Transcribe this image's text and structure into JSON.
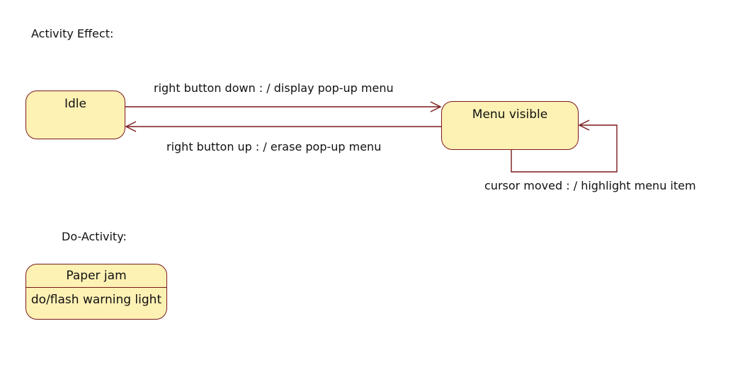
{
  "sections": {
    "activity_effect": "Activity Effect:",
    "do_activity": "Do-Activity:"
  },
  "states": {
    "idle": "Idle",
    "menu_visible": "Menu visible",
    "paper_jam": {
      "name": "Paper jam",
      "activity": "do/flash warning light"
    }
  },
  "transitions": {
    "idle_to_menu": "right button down : / display pop-up menu",
    "menu_to_idle": "right button up : / erase pop-up menu",
    "menu_self": "cursor moved : / highlight menu item"
  },
  "colors": {
    "state_fill": "#fdf1b4",
    "state_border": "#7a1a1a",
    "edge": "#7a1a1a"
  }
}
